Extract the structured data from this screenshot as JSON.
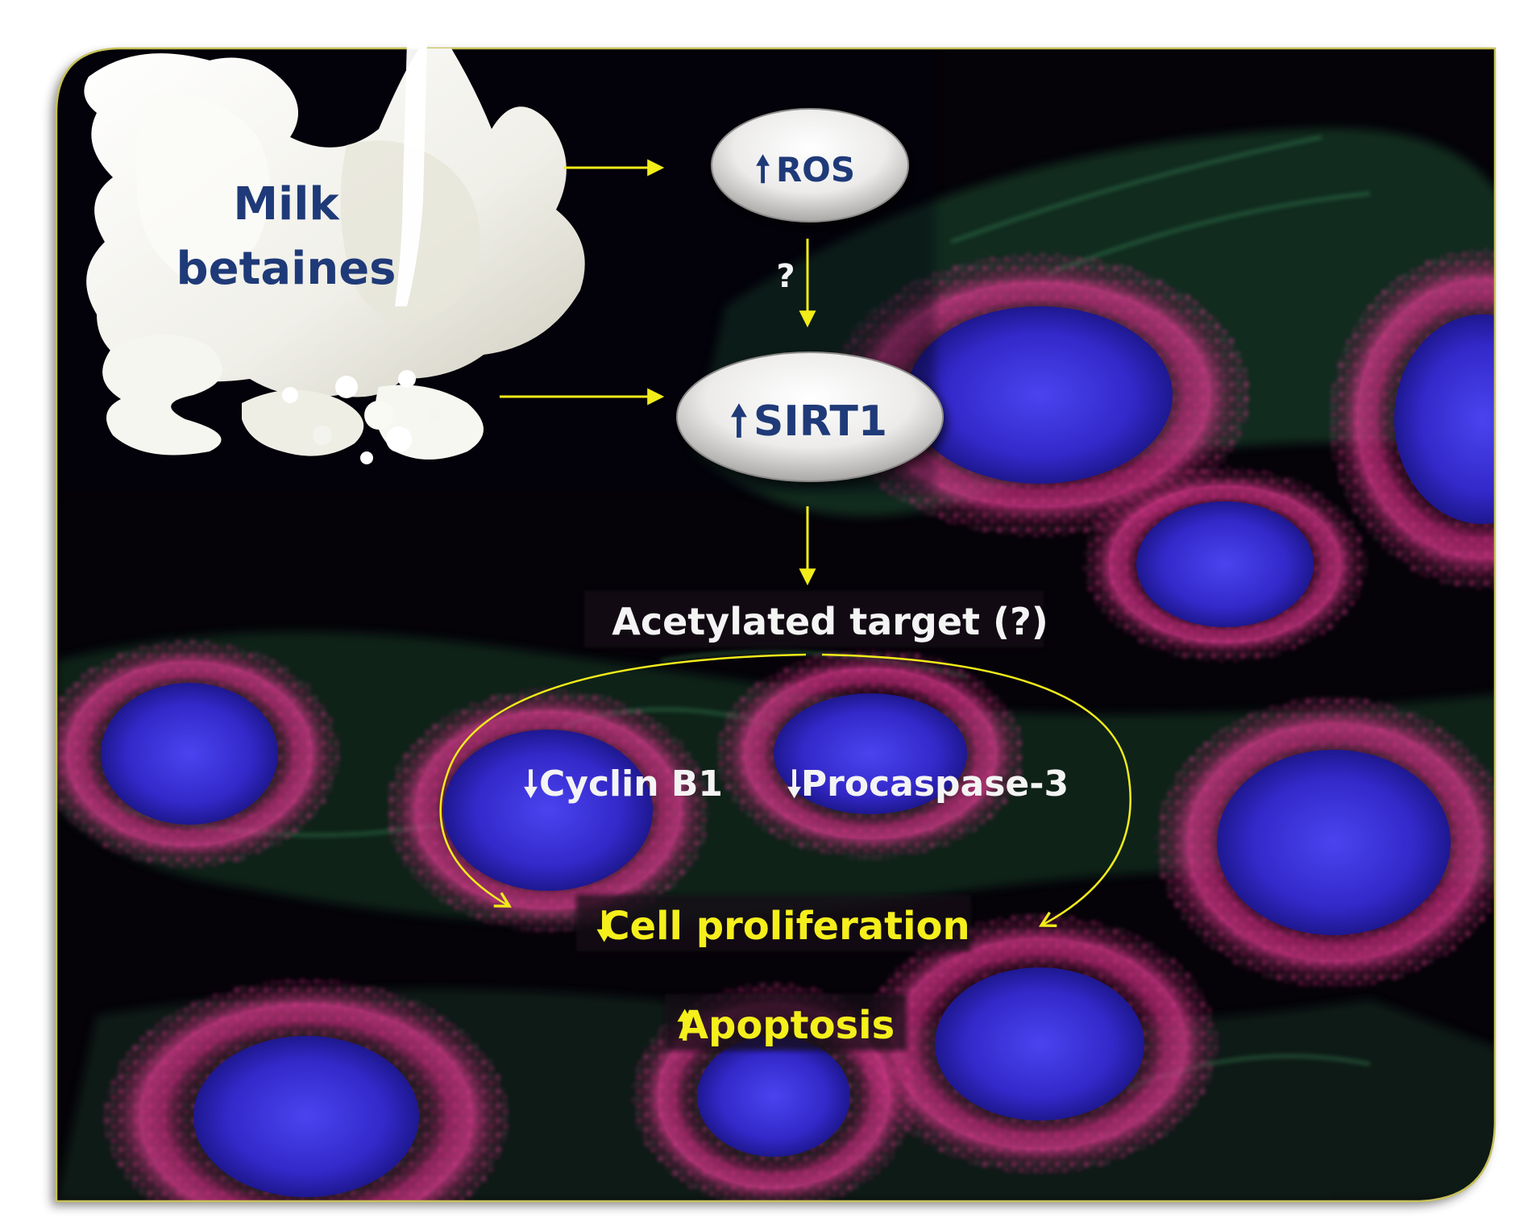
{
  "diagram": {
    "milk_label_line1": "Milk",
    "milk_label_line2": "betaines",
    "ros_arrow": "🠕",
    "ros_label": "ROS",
    "question_mark": "?",
    "sirt1_arrow": "🠕",
    "sirt1_label": "SIRT1",
    "acetylated_target": "Acetylated target (?)",
    "cyclin_arrow": "🠗",
    "cyclin_label": "Cyclin B1",
    "procaspase_arrow": "🠗",
    "procaspase_label": "Procaspase-3",
    "proliferation_arrow": "🠗",
    "proliferation_label": "Cell proliferation",
    "apoptosis_arrow": "🠕",
    "apoptosis_label": "Apoptosis"
  },
  "colors": {
    "background": "#050308",
    "frame_border": "#c8c25a",
    "arrow_yellow": "#f2ec1a",
    "text_navy": "#1f3a78",
    "text_white": "#f4f4f4",
    "text_yellow": "#f5ef1c",
    "nucleus_blue": "#3a33d8",
    "granule_magenta": "#e0308c",
    "cytoskeleton_green": "#2f7a4a",
    "milk_white": "#f4f4ef"
  }
}
